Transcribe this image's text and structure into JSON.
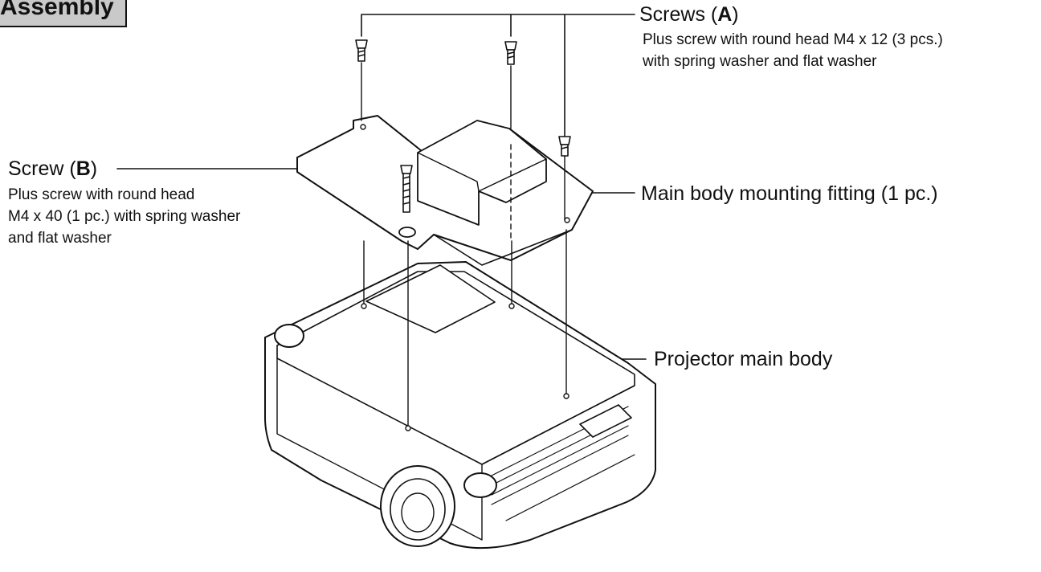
{
  "section": {
    "heading": "Assembly"
  },
  "callouts": {
    "screws_a": {
      "prefix": "Screws (",
      "letter": "A",
      "suffix": ")",
      "lines": [
        "Plus screw with round head M4 x 12 (3 pcs.)",
        "with spring washer and flat washer"
      ]
    },
    "screw_b": {
      "prefix": "Screw (",
      "letter": "B",
      "suffix": ")",
      "lines": [
        "Plus screw with round head",
        "M4 x 40 (1 pc.) with spring washer",
        "and flat washer"
      ]
    },
    "fitting": {
      "label": "Main body mounting fitting (1 pc.)"
    },
    "projector": {
      "label": "Projector main body"
    }
  },
  "colors": {
    "line": "#111111",
    "heading_bg": "#c9c9c9",
    "fill": "#ffffff"
  }
}
